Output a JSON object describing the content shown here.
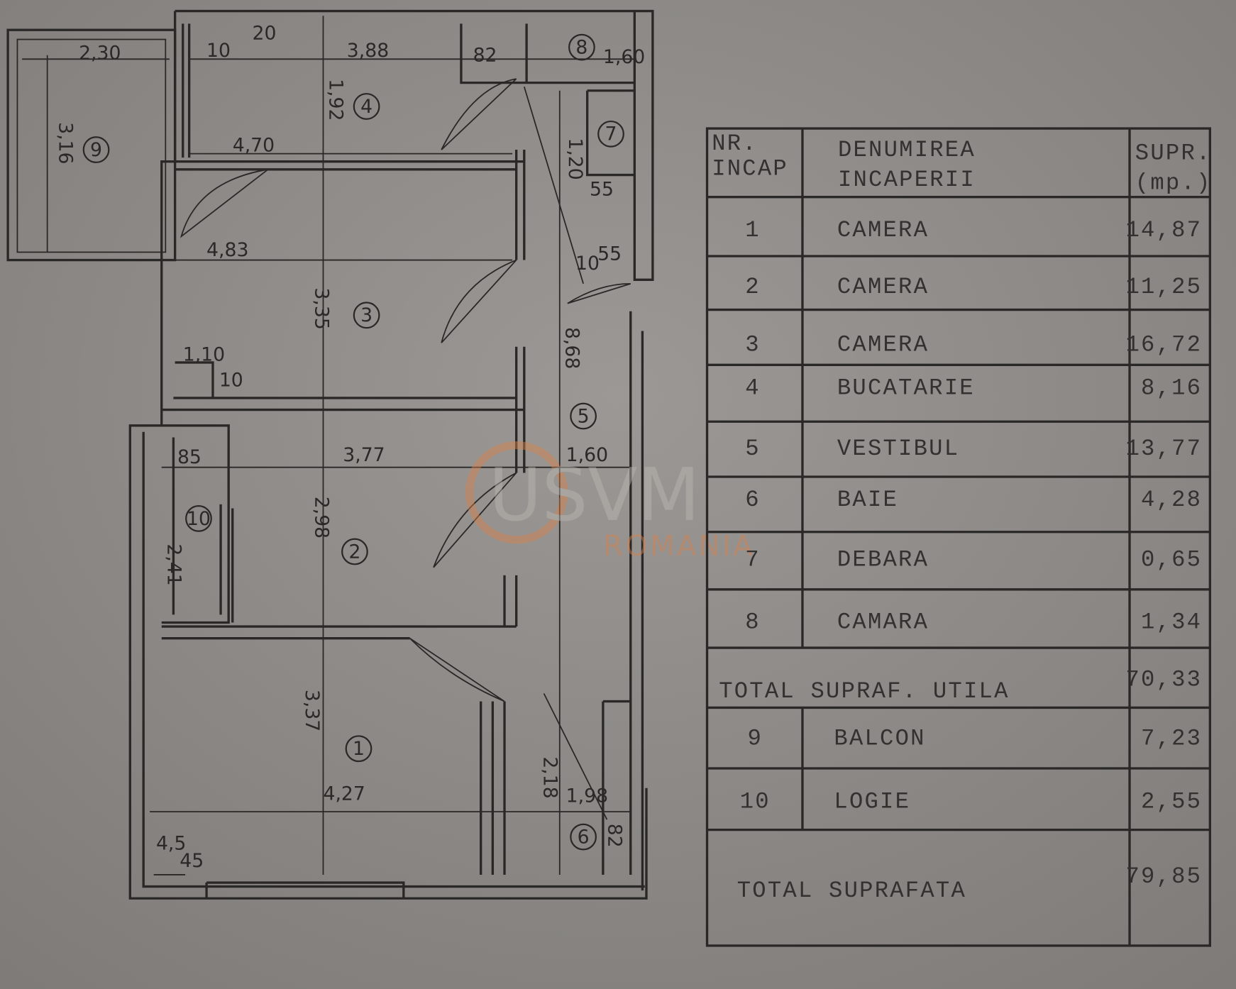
{
  "plan": {
    "dimensions": [
      "2,30",
      "20",
      "10",
      "3,88",
      "82",
      "1,60",
      "1,92",
      "3,16",
      "4,70",
      "1,20",
      "55",
      "4,83",
      "55",
      "10",
      "3,35",
      "8,68",
      "1,10",
      "10",
      "85",
      "3,77",
      "1,60",
      "2,98",
      "2,41",
      "3,37",
      "4,27",
      "2,18",
      "1,98",
      "4,5",
      "45",
      "82"
    ],
    "room_numbers": [
      "1",
      "2",
      "3",
      "4",
      "5",
      "6",
      "7",
      "8",
      "9",
      "10"
    ]
  },
  "watermark": {
    "logo": "USVM",
    "subtitle": "ROMANIA",
    "color": "#d9824a"
  },
  "table": {
    "headers": {
      "nr": [
        "NR.",
        "INCAP"
      ],
      "name": [
        "DENUMIREA",
        "INCAPERII"
      ],
      "area": [
        "SUPR.",
        "(mp.)"
      ]
    },
    "rows": [
      {
        "nr": "1",
        "name": "CAMERA",
        "area": "14,87"
      },
      {
        "nr": "2",
        "name": "CAMERA",
        "area": "11,25"
      },
      {
        "nr": "3",
        "name": "CAMERA",
        "area": "16,72"
      },
      {
        "nr": "4",
        "name": "BUCATARIE",
        "area": "8,16"
      },
      {
        "nr": "5",
        "name": "VESTIBUL",
        "area": "13,77"
      },
      {
        "nr": "6",
        "name": "BAIE",
        "area": "4,28"
      },
      {
        "nr": "7",
        "name": "DEBARA",
        "area": "0,65"
      },
      {
        "nr": "8",
        "name": "CAMARA",
        "area": "1,34"
      }
    ],
    "total_useful": {
      "label": "TOTAL SUPRAF. UTILA",
      "area": "70,33"
    },
    "extra_rows": [
      {
        "nr": "9",
        "name": "BALCON",
        "area": "7,23"
      },
      {
        "nr": "10",
        "name": "LOGIE",
        "area": "2,55"
      }
    ],
    "total": {
      "label": "TOTAL SUPRAFATA",
      "area": "79,85"
    }
  }
}
